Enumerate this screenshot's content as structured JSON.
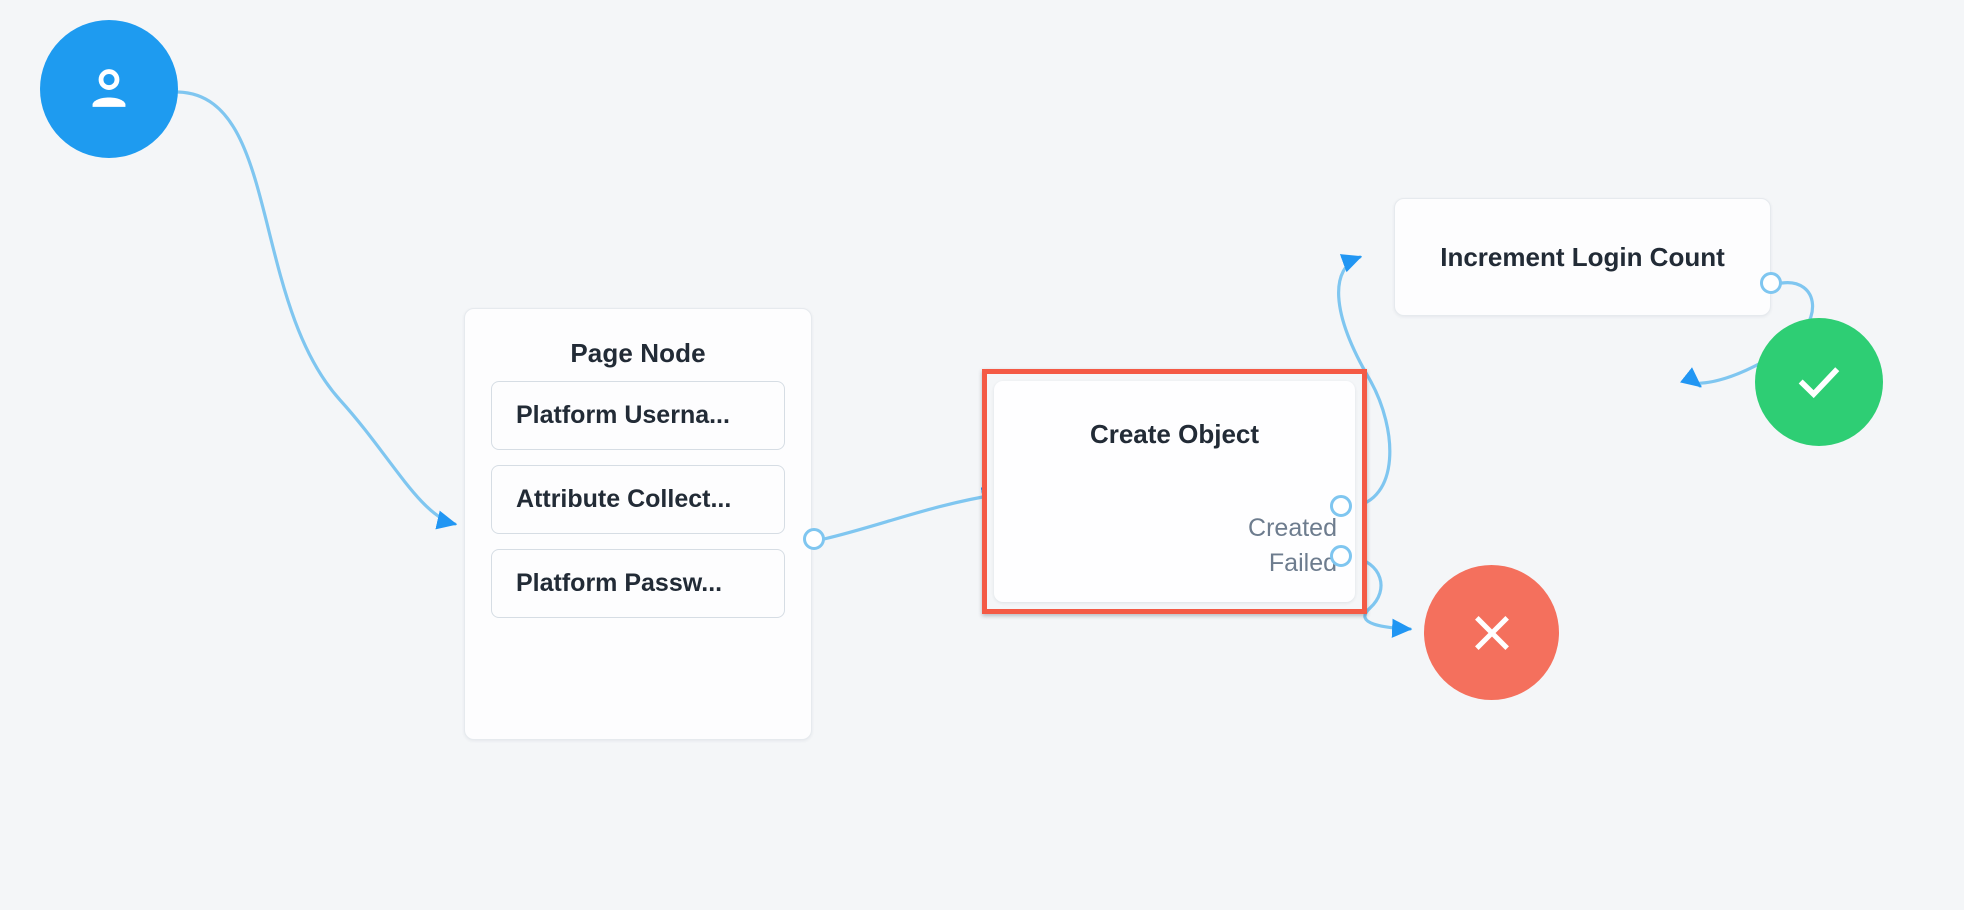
{
  "canvas": {
    "background_color": "#f4f6f8",
    "edge_color": "#7fc6f0",
    "arrow_color": "#2196f3"
  },
  "nodes": {
    "start": {
      "icon": "user-icon",
      "color": "#1e9bf0",
      "type": "start-trigger"
    },
    "page_node": {
      "title": "Page Node",
      "items": [
        {
          "label": "Platform Userna..."
        },
        {
          "label": "Attribute Collect..."
        },
        {
          "label": "Platform Passw..."
        }
      ],
      "output_port_label": ""
    },
    "create_object": {
      "title": "Create Object",
      "selected": true,
      "selection_color": "#f45a45",
      "ports": [
        {
          "label": "Created"
        },
        {
          "label": "Failed"
        }
      ]
    },
    "increment_login_count": {
      "title": "Increment Login Count"
    },
    "success": {
      "icon": "check-icon",
      "color": "#2ece74",
      "type": "success-end"
    },
    "failure": {
      "icon": "close-icon",
      "color": "#f4705d",
      "type": "failure-end"
    }
  }
}
